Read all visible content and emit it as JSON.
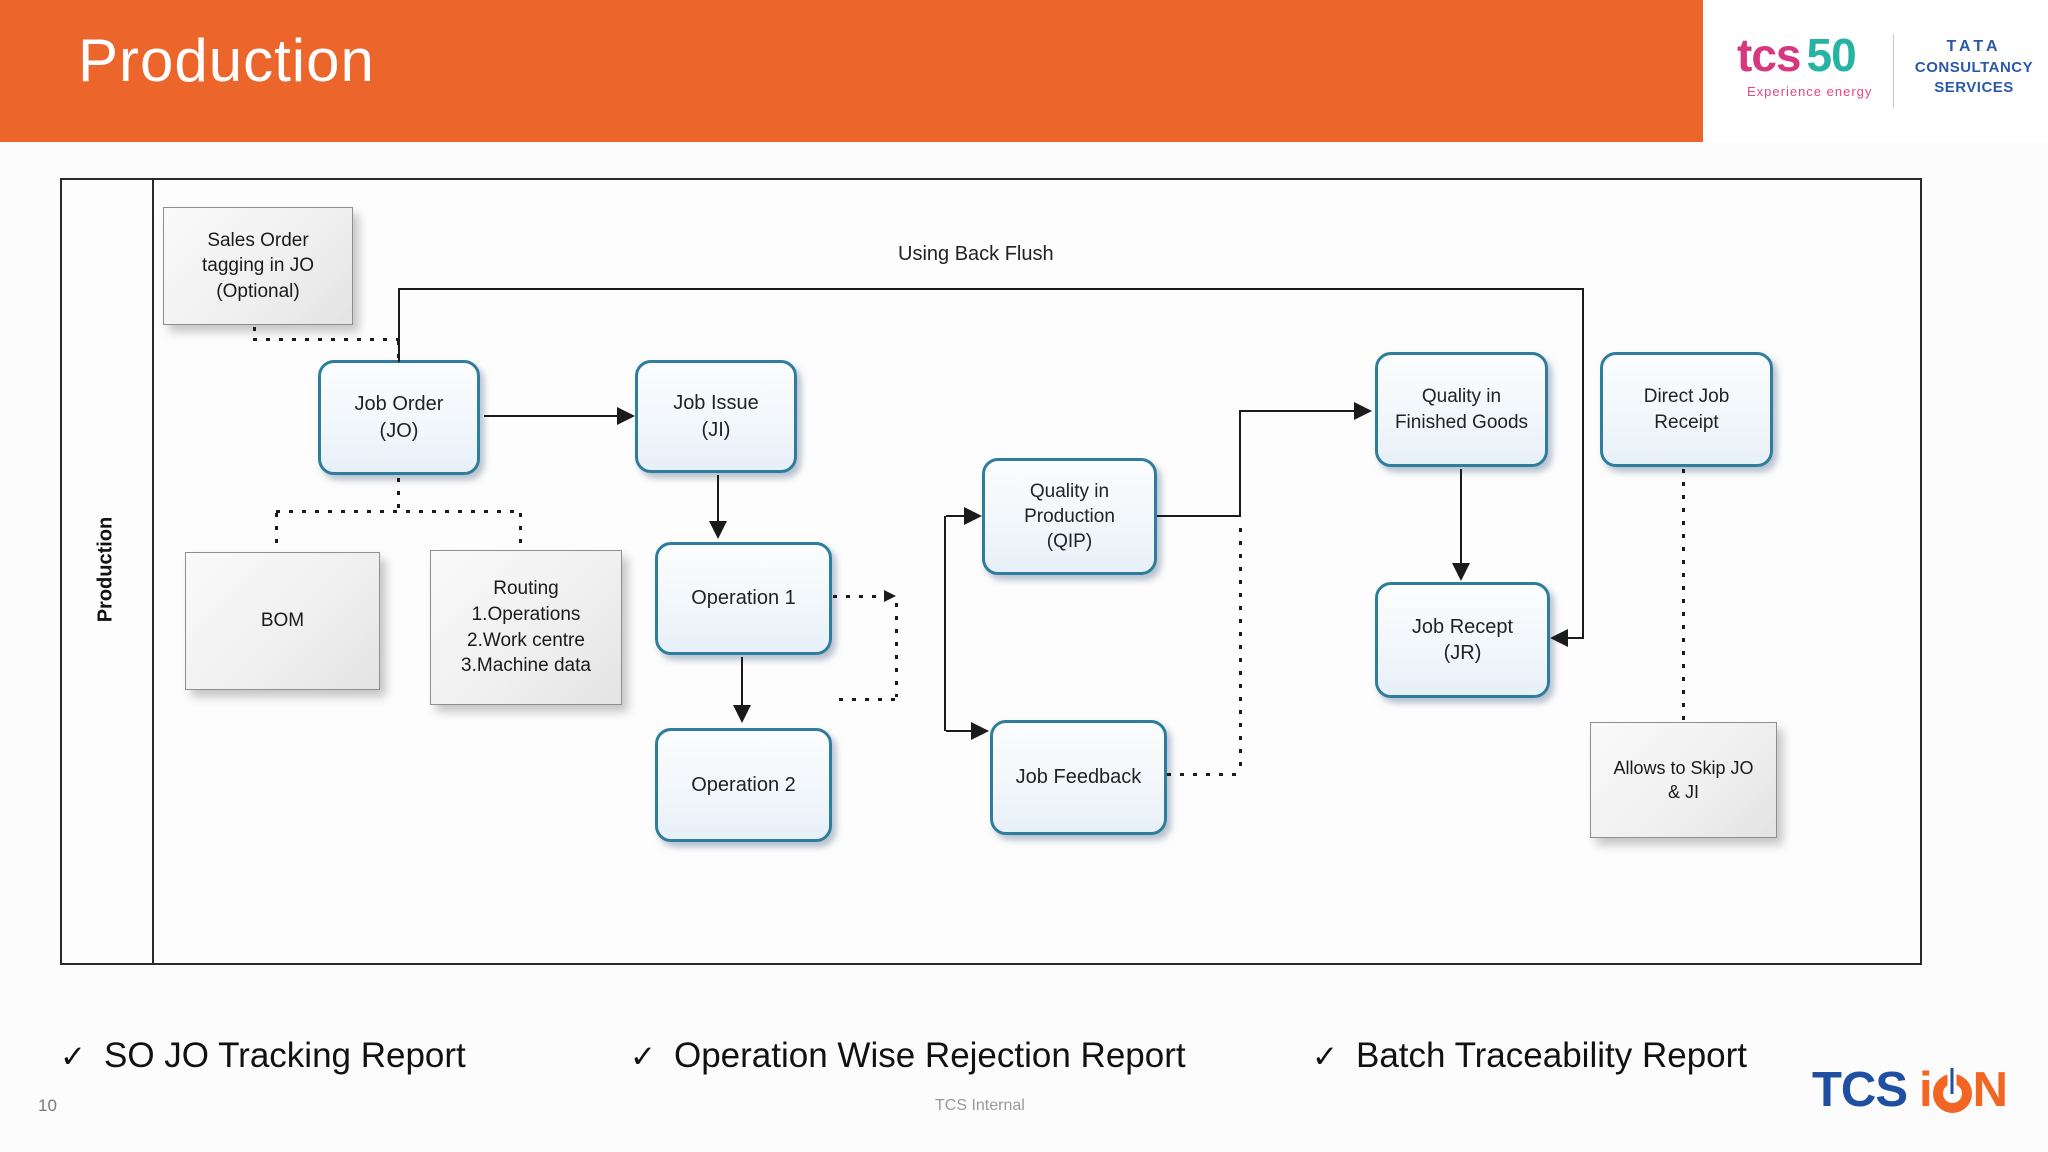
{
  "header": {
    "title": "Production",
    "tcs50_logo": {
      "tcs": "tcs",
      "fifty": "50",
      "tagline": "Experience energy"
    },
    "tata_logo": {
      "line1": "TATA",
      "line2": "CONSULTANCY",
      "line3": "SERVICES"
    }
  },
  "diagram": {
    "lane_label": "Production",
    "flow_label": "Using Back Flush",
    "boxes": {
      "sales_order": {
        "lines": [
          "Sales Order",
          "tagging in JO",
          "(Optional)"
        ]
      },
      "job_order": {
        "lines": [
          "Job Order",
          "(JO)"
        ]
      },
      "job_issue": {
        "lines": [
          "Job Issue",
          "(JI)"
        ]
      },
      "bom": {
        "lines": [
          "BOM"
        ]
      },
      "routing": {
        "lines": [
          "Routing",
          "1.Operations",
          "2.Work centre",
          "3.Machine data"
        ]
      },
      "operation_1": {
        "lines": [
          "Operation 1"
        ]
      },
      "operation_2": {
        "lines": [
          "Operation 2"
        ]
      },
      "qip": {
        "lines": [
          "Quality in",
          "Production",
          "(QIP)"
        ]
      },
      "job_feedback": {
        "lines": [
          "Job Feedback"
        ]
      },
      "qfg": {
        "lines": [
          "Quality in",
          "Finished Goods"
        ]
      },
      "job_recept": {
        "lines": [
          "Job Recept",
          "(JR)"
        ]
      },
      "direct_job_receipt": {
        "lines": [
          "Direct Job",
          "Receipt"
        ]
      },
      "allows_skip": {
        "lines": [
          "Allows to Skip JO",
          "& JI"
        ]
      }
    }
  },
  "reports": {
    "check": "✓",
    "items": [
      "SO JO Tracking Report",
      "Operation Wise Rejection Report",
      "Batch Traceability Report"
    ]
  },
  "footer": {
    "page_number": "10",
    "classification": "TCS Internal"
  },
  "brand": {
    "tcs_ion": {
      "tcs": "TCS",
      "i": "i",
      "n": "N"
    }
  },
  "colors": {
    "header_orange": "#EC662B",
    "process_border": "#2E7D9C",
    "tcs_blue": "#1F4FA0",
    "ion_orange": "#F26522",
    "tata_blue": "#2B58A8"
  }
}
